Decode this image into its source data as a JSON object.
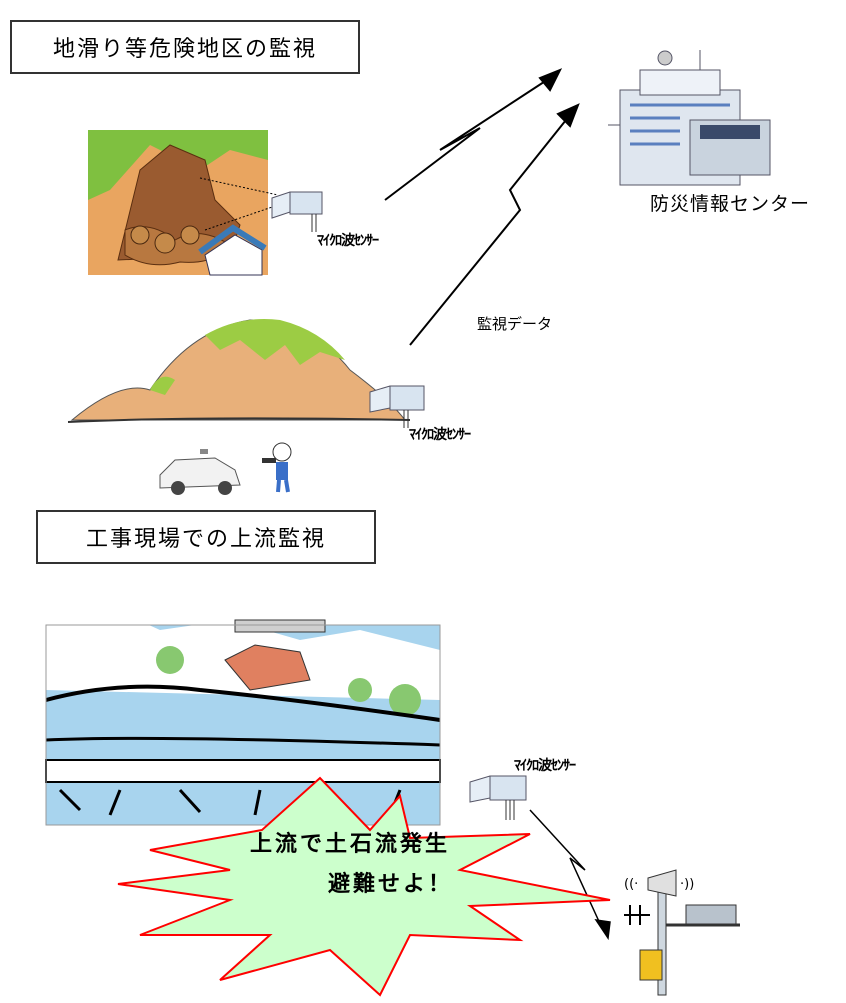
{
  "boxes": {
    "landslide_title": "地滑り等危険地区の監視",
    "construction_title": "工事現場での上流監視"
  },
  "labels": {
    "disaster_center": "防災情報センター",
    "monitoring_data": "監視データ",
    "sensor_1": "ﾏｲｸﾛ波ｾﾝｻｰ",
    "sensor_2": "ﾏｲｸﾛ波ｾﾝｻｰ",
    "sensor_3": "ﾏｲｸﾛ波ｾﾝｻｰ"
  },
  "warning": {
    "line1": "上流で土石流発生",
    "line2": "避難せよ！"
  },
  "colors": {
    "burst_fill": "#ccffcc",
    "burst_stroke": "#ff0000",
    "water": "#a8d4ee",
    "mountain": "#e8b07a",
    "grass": "#9ccc44",
    "pole_box": "#f0c020"
  }
}
